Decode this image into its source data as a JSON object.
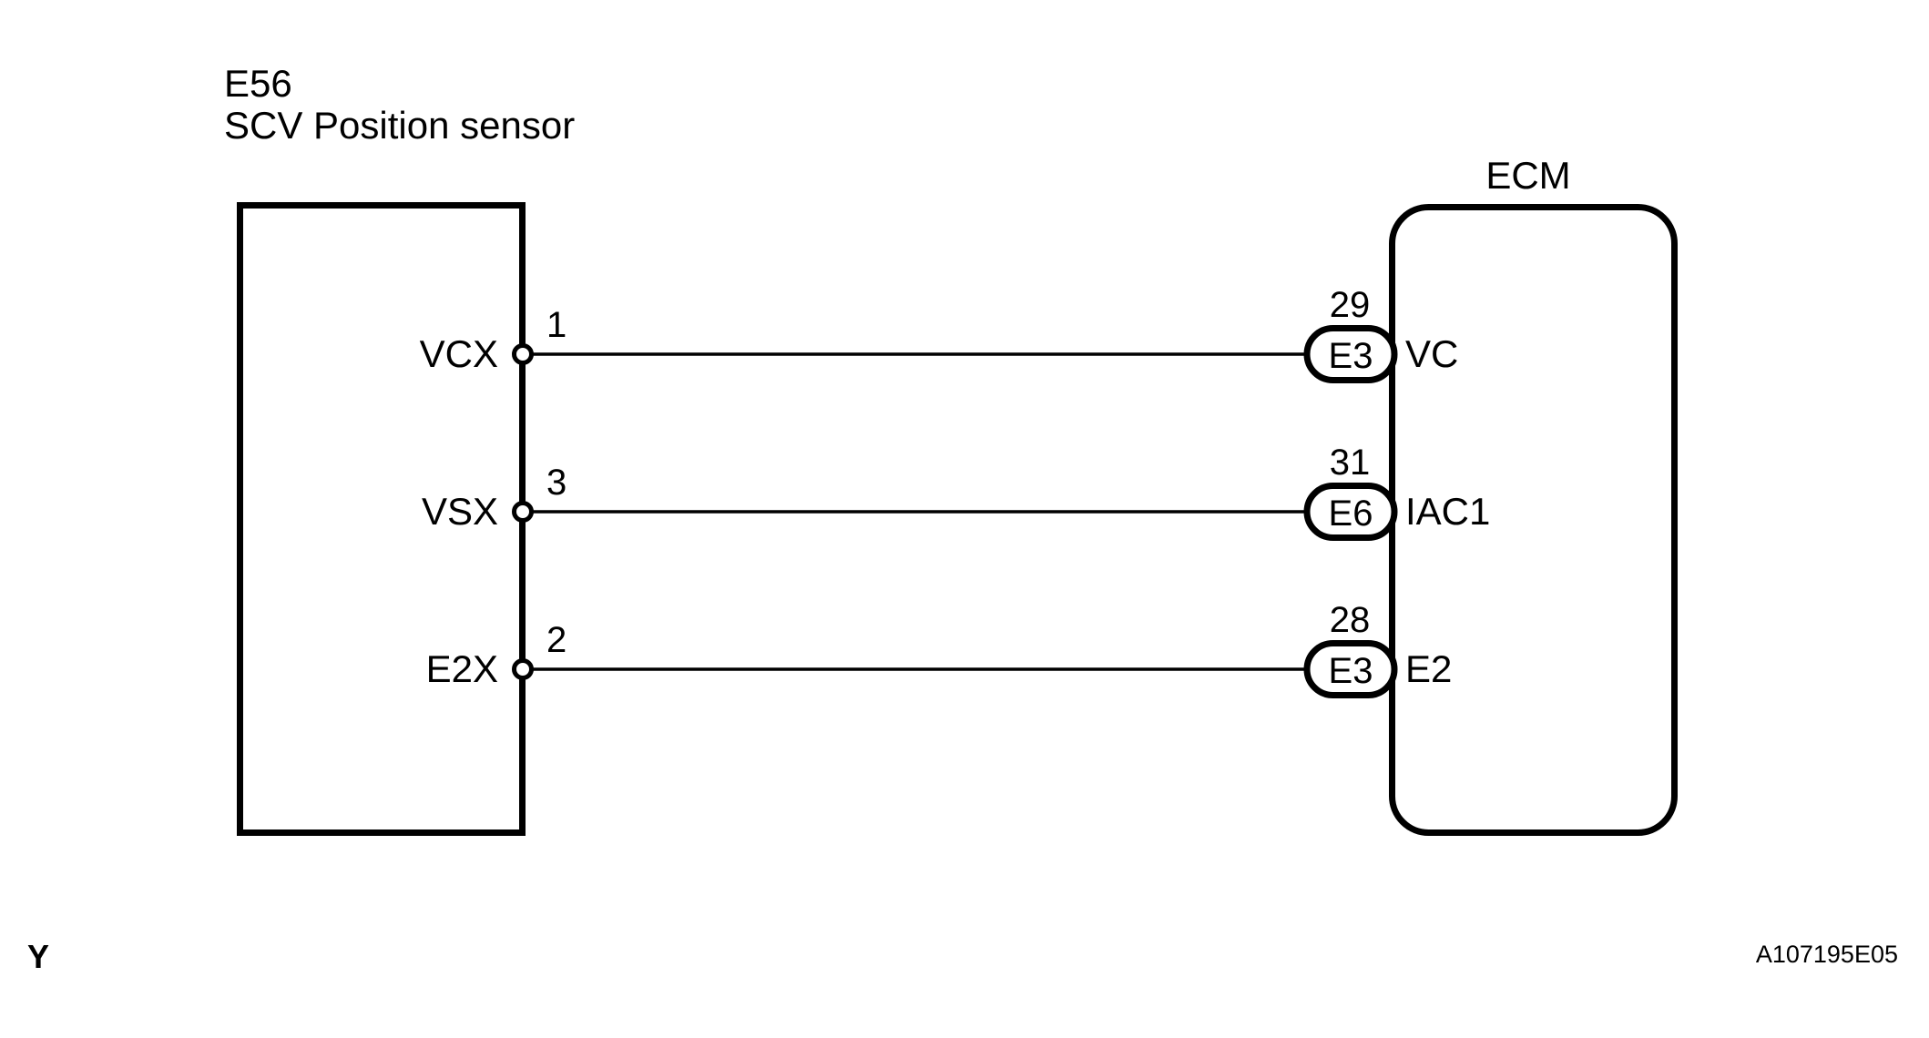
{
  "diagram": {
    "component": {
      "id": "E56",
      "name": "SCV Position sensor"
    },
    "ecm": {
      "label": "ECM"
    },
    "wires": [
      {
        "left_label": "VCX",
        "left_pin": "1",
        "ecm_pin": "29",
        "ecm_connector": "E3",
        "ecm_terminal": "VC"
      },
      {
        "left_label": "VSX",
        "left_pin": "3",
        "ecm_pin": "31",
        "ecm_connector": "E6",
        "ecm_terminal": "IAC1"
      },
      {
        "left_label": "E2X",
        "left_pin": "2",
        "ecm_pin": "28",
        "ecm_connector": "E3",
        "ecm_terminal": "E2"
      }
    ],
    "footer": {
      "page_marker": "Y",
      "figure_code": "A107195E05"
    },
    "colors": {
      "line": "#000000",
      "background": "#ffffff"
    }
  }
}
